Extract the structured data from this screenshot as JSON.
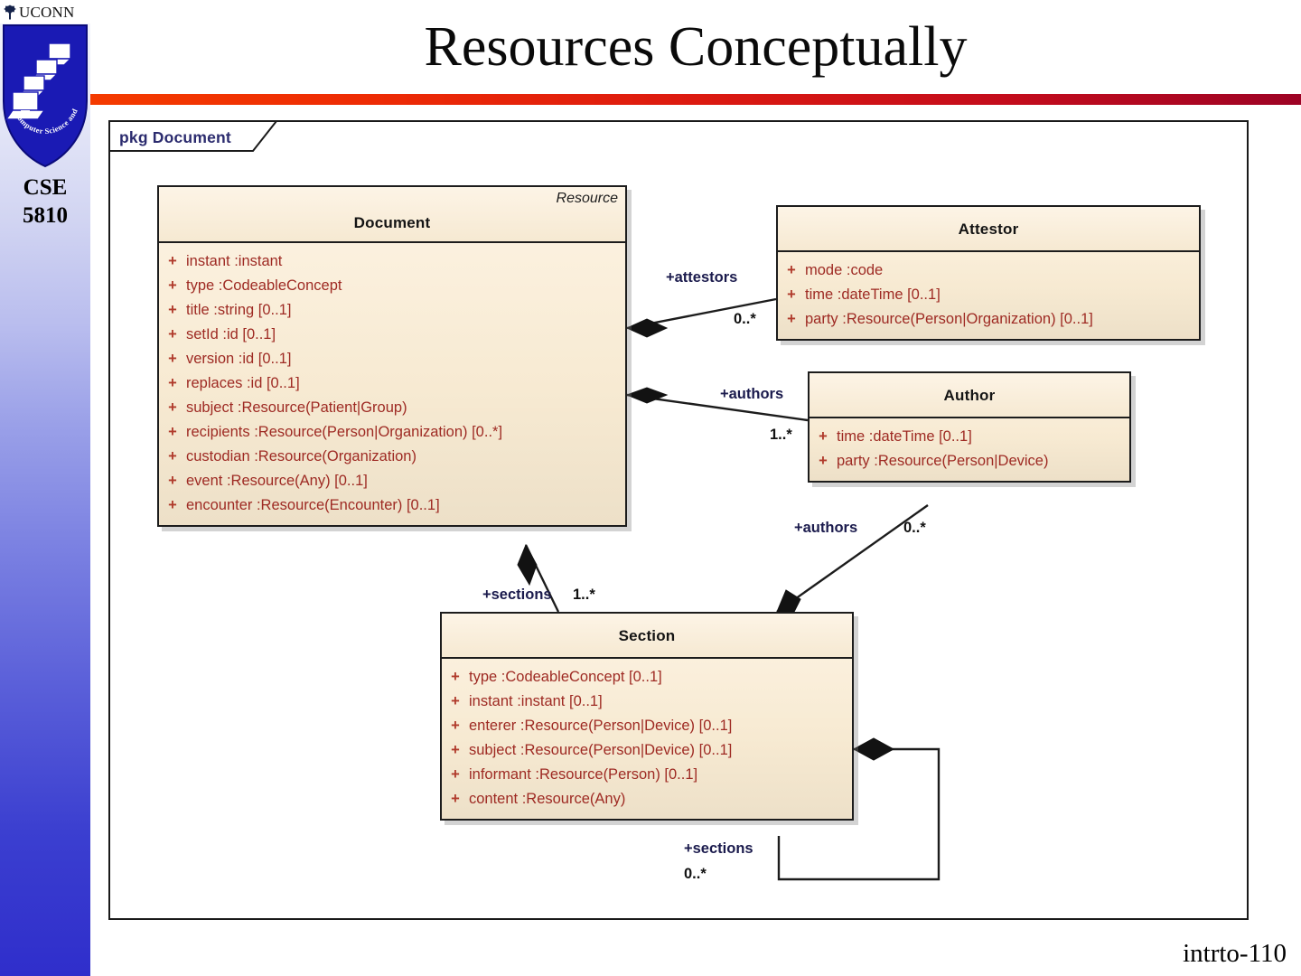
{
  "slide": {
    "title": "Resources Conceptually",
    "footer": "intrto-110"
  },
  "sidebar": {
    "wordmark": "UCONN",
    "shield_motto": "Computer Science and Engineering",
    "course_line1": "CSE",
    "course_line2": "5810"
  },
  "diagram": {
    "package_label": "pkg Document",
    "classes": [
      {
        "id": "document",
        "name": "Document",
        "stereotype": "Resource",
        "attributes": [
          {
            "visibility": "+",
            "signature": "instant  :instant"
          },
          {
            "visibility": "+",
            "signature": "type  :CodeableConcept"
          },
          {
            "visibility": "+",
            "signature": "title  :string [0..1]"
          },
          {
            "visibility": "+",
            "signature": "setId  :id [0..1]"
          },
          {
            "visibility": "+",
            "signature": "version  :id [0..1]"
          },
          {
            "visibility": "+",
            "signature": "replaces  :id [0..1]"
          },
          {
            "visibility": "+",
            "signature": "subject  :Resource(Patient|Group)"
          },
          {
            "visibility": "+",
            "signature": "recipients  :Resource(Person|Organization) [0..*]"
          },
          {
            "visibility": "+",
            "signature": "custodian  :Resource(Organization)"
          },
          {
            "visibility": "+",
            "signature": "event  :Resource(Any) [0..1]"
          },
          {
            "visibility": "+",
            "signature": "encounter  :Resource(Encounter) [0..1]"
          }
        ]
      },
      {
        "id": "attestor",
        "name": "Attestor",
        "stereotype": "",
        "attributes": [
          {
            "visibility": "+",
            "signature": "mode  :code"
          },
          {
            "visibility": "+",
            "signature": "time  :dateTime [0..1]"
          },
          {
            "visibility": "+",
            "signature": "party  :Resource(Person|Organization) [0..1]"
          }
        ]
      },
      {
        "id": "author",
        "name": "Author",
        "stereotype": "",
        "attributes": [
          {
            "visibility": "+",
            "signature": "time  :dateTime [0..1]"
          },
          {
            "visibility": "+",
            "signature": "party  :Resource(Person|Device)"
          }
        ]
      },
      {
        "id": "section",
        "name": "Section",
        "stereotype": "",
        "attributes": [
          {
            "visibility": "+",
            "signature": "type  :CodeableConcept [0..1]"
          },
          {
            "visibility": "+",
            "signature": "instant  :instant [0..1]"
          },
          {
            "visibility": "+",
            "signature": "enterer  :Resource(Person|Device) [0..1]"
          },
          {
            "visibility": "+",
            "signature": "subject  :Resource(Person|Device) [0..1]"
          },
          {
            "visibility": "+",
            "signature": "informant  :Resource(Person) [0..1]"
          },
          {
            "visibility": "+",
            "signature": "content  :Resource(Any)"
          }
        ]
      }
    ],
    "associations": [
      {
        "id": "doc-attestor",
        "from": "Document",
        "to": "Attestor",
        "role": "+attestors",
        "multiplicity": "0..*",
        "aggregation": "composite"
      },
      {
        "id": "doc-author",
        "from": "Document",
        "to": "Author",
        "role": "+authors",
        "multiplicity": "1..*",
        "aggregation": "composite"
      },
      {
        "id": "sec-author",
        "from": "Section",
        "to": "Author",
        "role": "+authors",
        "multiplicity": "0..*",
        "aggregation": "composite"
      },
      {
        "id": "doc-section",
        "from": "Document",
        "to": "Section",
        "role": "+sections",
        "multiplicity": "1..*",
        "aggregation": "composite"
      },
      {
        "id": "sec-section",
        "from": "Section",
        "to": "Section",
        "role": "+sections",
        "multiplicity": "0..*",
        "aggregation": "composite"
      }
    ]
  },
  "colors": {
    "class_fill": "#f7ead2",
    "class_border": "#1c1c1c",
    "attr_text": "#9e2a23",
    "rule_start": "#f43b00",
    "rule_end": "#9d0325",
    "sidebar_blue": "#2f2ecb"
  }
}
